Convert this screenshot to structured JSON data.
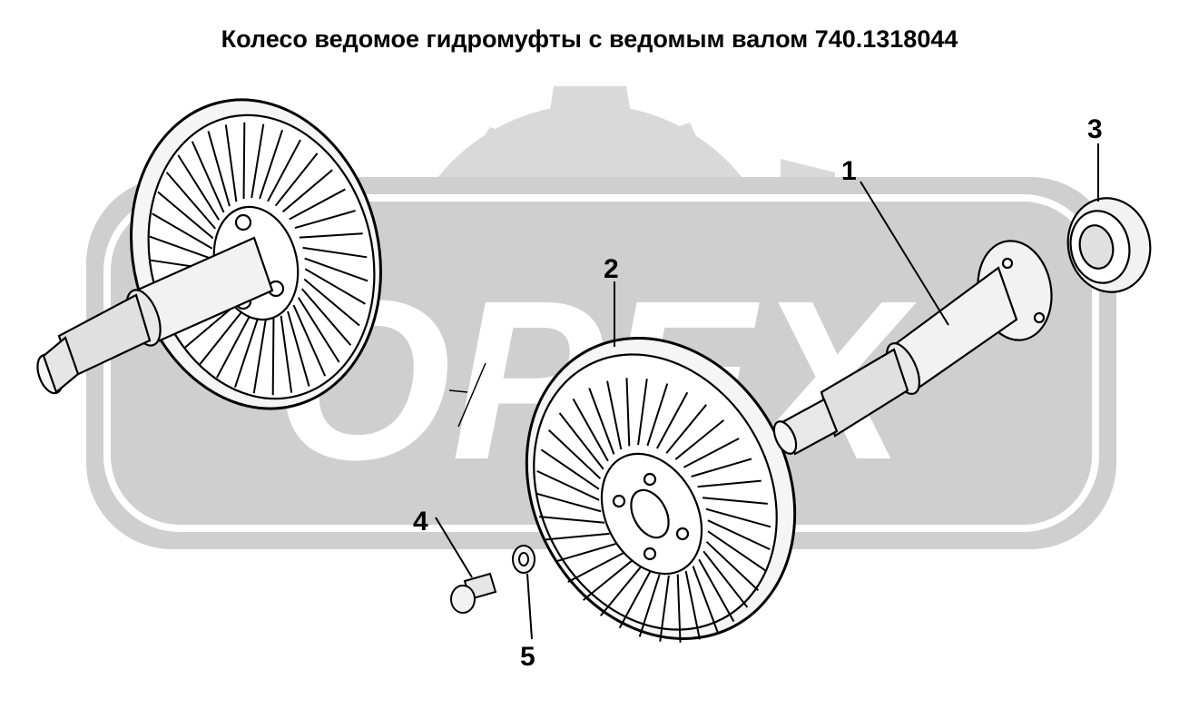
{
  "title": "Колесо ведомое гидромуфты с ведомым валом 740.1318044",
  "watermark": "ОРЕХ",
  "callouts": [
    "1",
    "2",
    "3",
    "4",
    "5"
  ],
  "colors": {
    "watermark_gear": "#d9d9d9",
    "watermark_band": "#cfcfcf",
    "line": "#000000",
    "part_fill": "#f2f2f2"
  }
}
